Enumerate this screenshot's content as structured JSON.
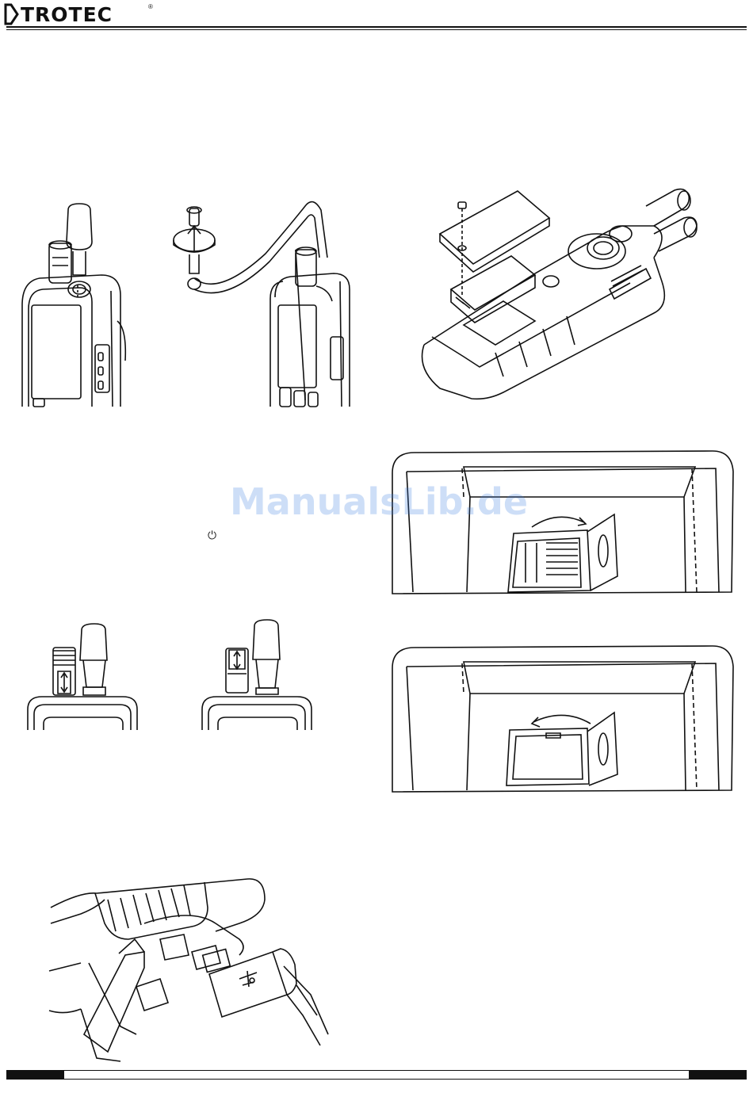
{
  "brand": {
    "logo_text": "TROTEC",
    "registered_mark": "®"
  },
  "watermark": "ManualsLib.de",
  "symbols": {
    "power": "⏻"
  },
  "illustrations": [
    "device-with-probe-caps",
    "device-with-tube-and-filter",
    "battery-compartment",
    "card-slot-closing",
    "probe-connectors",
    "card-slot-opening",
    "usb-connection"
  ]
}
